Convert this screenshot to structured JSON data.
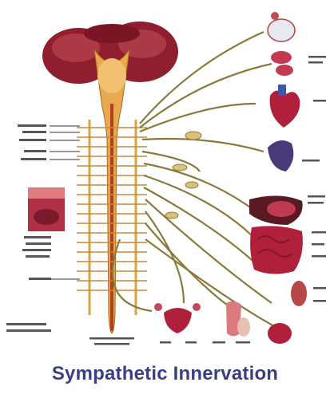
{
  "caption": "Sympathetic Innervation",
  "colors": {
    "nerve": "#d9a441",
    "nerve_dark": "#7a6a34",
    "tissue": "#a2263a",
    "tissue_light": "#e07a80",
    "caption": "#3a3f84"
  },
  "organs": [
    {
      "name": "eye"
    },
    {
      "name": "salivary-glands"
    },
    {
      "name": "heart"
    },
    {
      "name": "lung"
    },
    {
      "name": "liver"
    },
    {
      "name": "stomach"
    },
    {
      "name": "intestines"
    },
    {
      "name": "kidney"
    },
    {
      "name": "bladder"
    },
    {
      "name": "uterus"
    },
    {
      "name": "genitals"
    }
  ]
}
